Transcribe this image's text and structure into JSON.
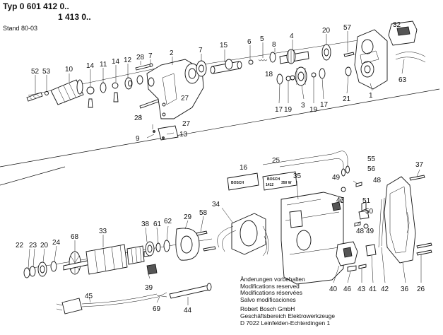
{
  "header": {
    "typ_line1": "Typ 0 601 412 0..",
    "typ_line2": "1 413 0..",
    "stand": "Stand 80-03"
  },
  "notes": {
    "de": "Änderungen vorbehalten",
    "en": "Modifications reserved",
    "fr": "Modifications réservées",
    "es": "Salvo modificaciones",
    "company1": "Robert Bosch GmbH",
    "company2": "Geschäftsbereich Elektrowerkzeuge",
    "address": "D 7022 Leinfelden-Echterdingen 1"
  },
  "nameplates": {
    "left_brand": "BOSCH",
    "right_brand": "BOSCH",
    "right_model": "1412",
    "right_power": "350 W"
  },
  "callouts": {
    "c52": "52",
    "c53": "53",
    "c10": "10",
    "c14a": "14",
    "c11": "11",
    "c14b": "14",
    "c12": "12",
    "c28a": "28",
    "c7a": "7",
    "c2": "2",
    "c27a": "27",
    "c27b": "27",
    "c28b": "28",
    "c9": "9",
    "c13": "13",
    "c7b": "7",
    "c15": "15",
    "c6": "6",
    "c5": "5",
    "c8": "8",
    "c4": "4",
    "c20a": "20",
    "c57": "57",
    "c32": "32",
    "c18": "18",
    "c17a": "17",
    "c19a": "19",
    "c3": "3",
    "c19b": "19",
    "c17b": "17",
    "c21": "21",
    "c1": "1",
    "c63": "63",
    "c55": "55",
    "c56": "56",
    "c25": "25",
    "c16": "16",
    "c35": "35",
    "c37": "37",
    "c49a": "49",
    "c48a": "48",
    "c47": "47",
    "c51": "51",
    "c50": "50",
    "c48b": "48",
    "c49b": "49",
    "c22": "22",
    "c23": "23",
    "c20b": "20",
    "c24": "24",
    "c68": "68",
    "c33": "33",
    "c38": "38",
    "c61": "61",
    "c62": "62",
    "c29": "29",
    "c58": "58",
    "c34": "34",
    "c39": "39",
    "c40": "40",
    "c46": "46",
    "c43": "43",
    "c41": "41",
    "c42": "42",
    "c36": "36",
    "c26": "26",
    "c45": "45",
    "c69": "69",
    "c44": "44"
  }
}
